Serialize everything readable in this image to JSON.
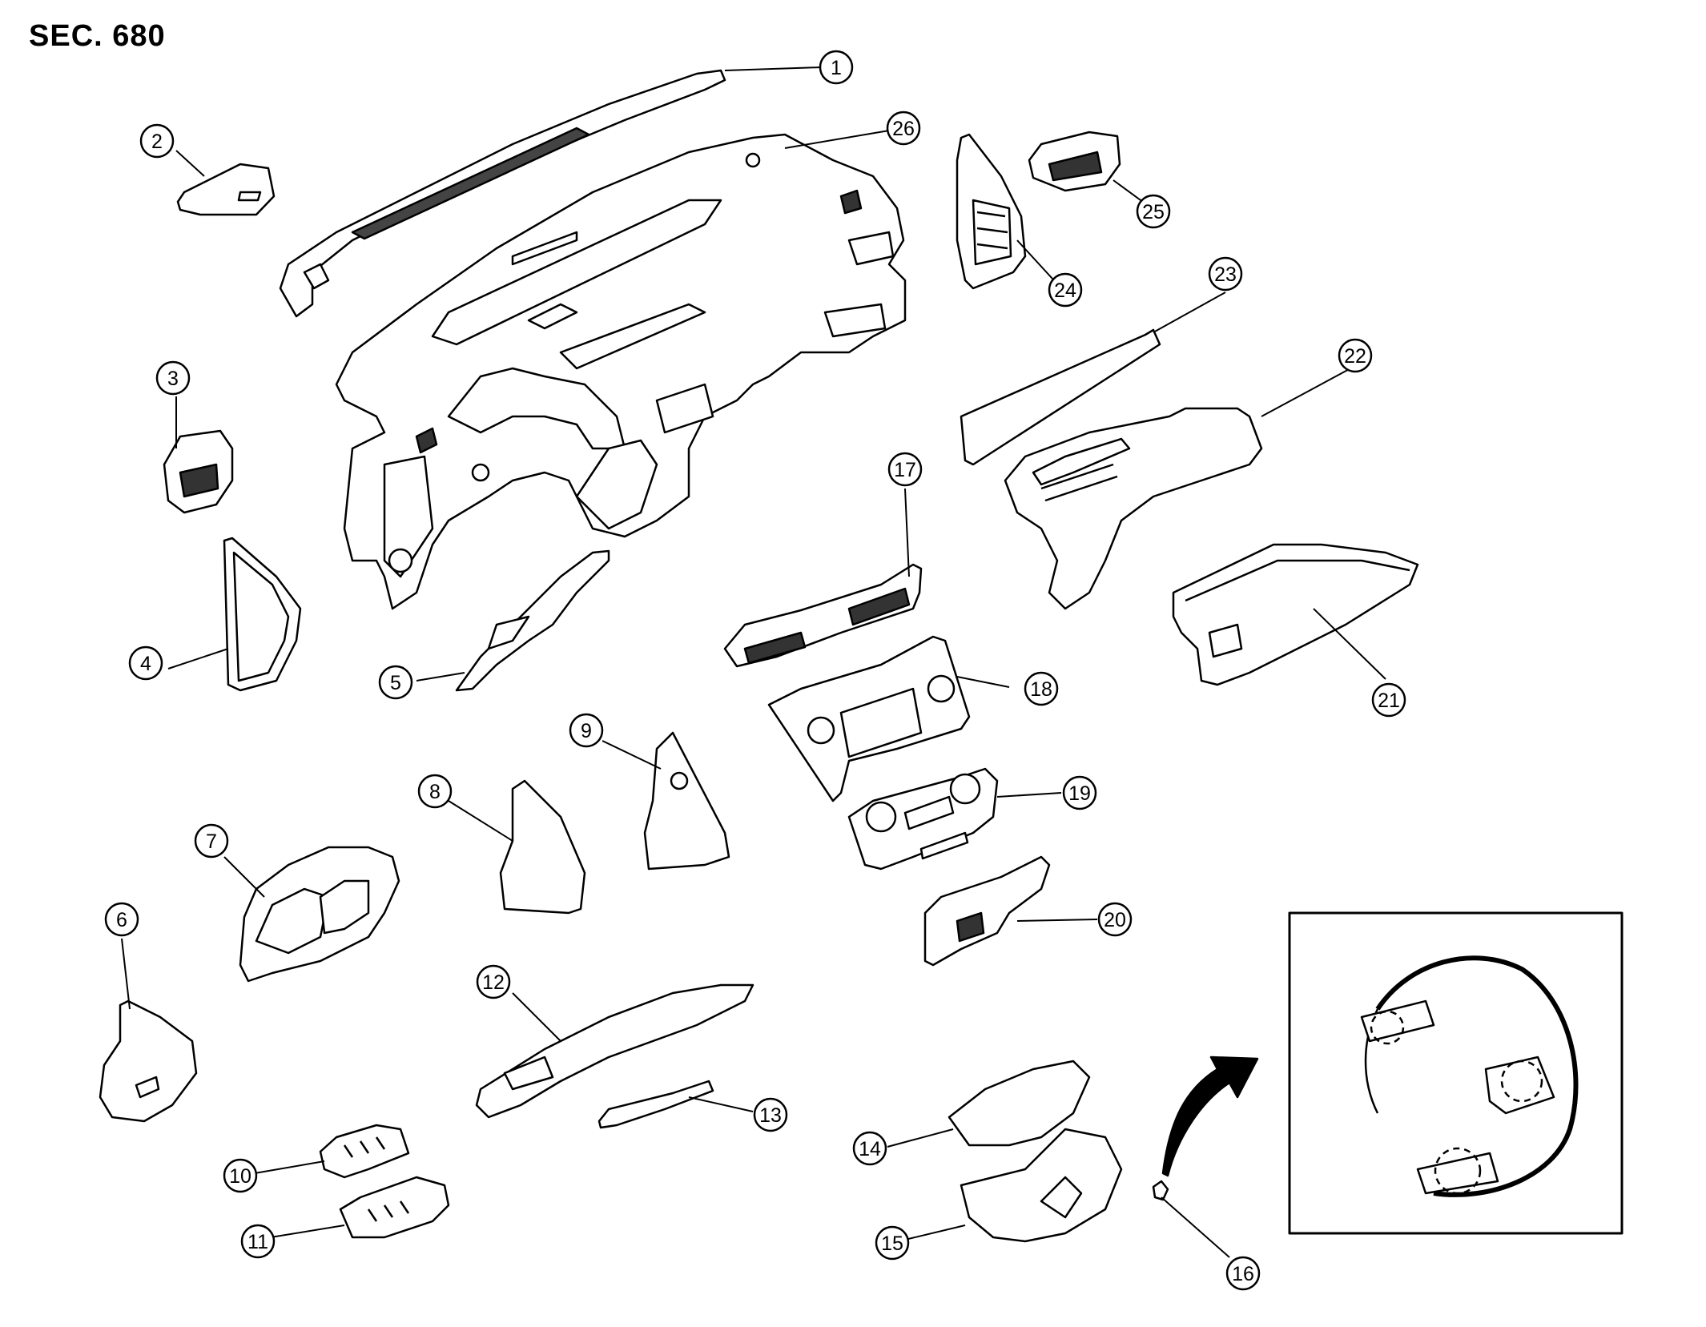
{
  "header": {
    "section": "SEC. 680"
  },
  "callouts": [
    {
      "num": "1"
    },
    {
      "num": "2"
    },
    {
      "num": "3"
    },
    {
      "num": "4"
    },
    {
      "num": "5"
    },
    {
      "num": "6"
    },
    {
      "num": "7"
    },
    {
      "num": "8"
    },
    {
      "num": "9"
    },
    {
      "num": "10"
    },
    {
      "num": "11"
    },
    {
      "num": "12"
    },
    {
      "num": "13"
    },
    {
      "num": "14"
    },
    {
      "num": "15"
    },
    {
      "num": "16"
    },
    {
      "num": "17"
    },
    {
      "num": "18"
    },
    {
      "num": "19"
    },
    {
      "num": "20"
    },
    {
      "num": "21"
    },
    {
      "num": "22"
    },
    {
      "num": "23"
    },
    {
      "num": "24"
    },
    {
      "num": "25"
    },
    {
      "num": "26"
    }
  ],
  "colors": {
    "line": "#000000",
    "background": "#ffffff"
  }
}
